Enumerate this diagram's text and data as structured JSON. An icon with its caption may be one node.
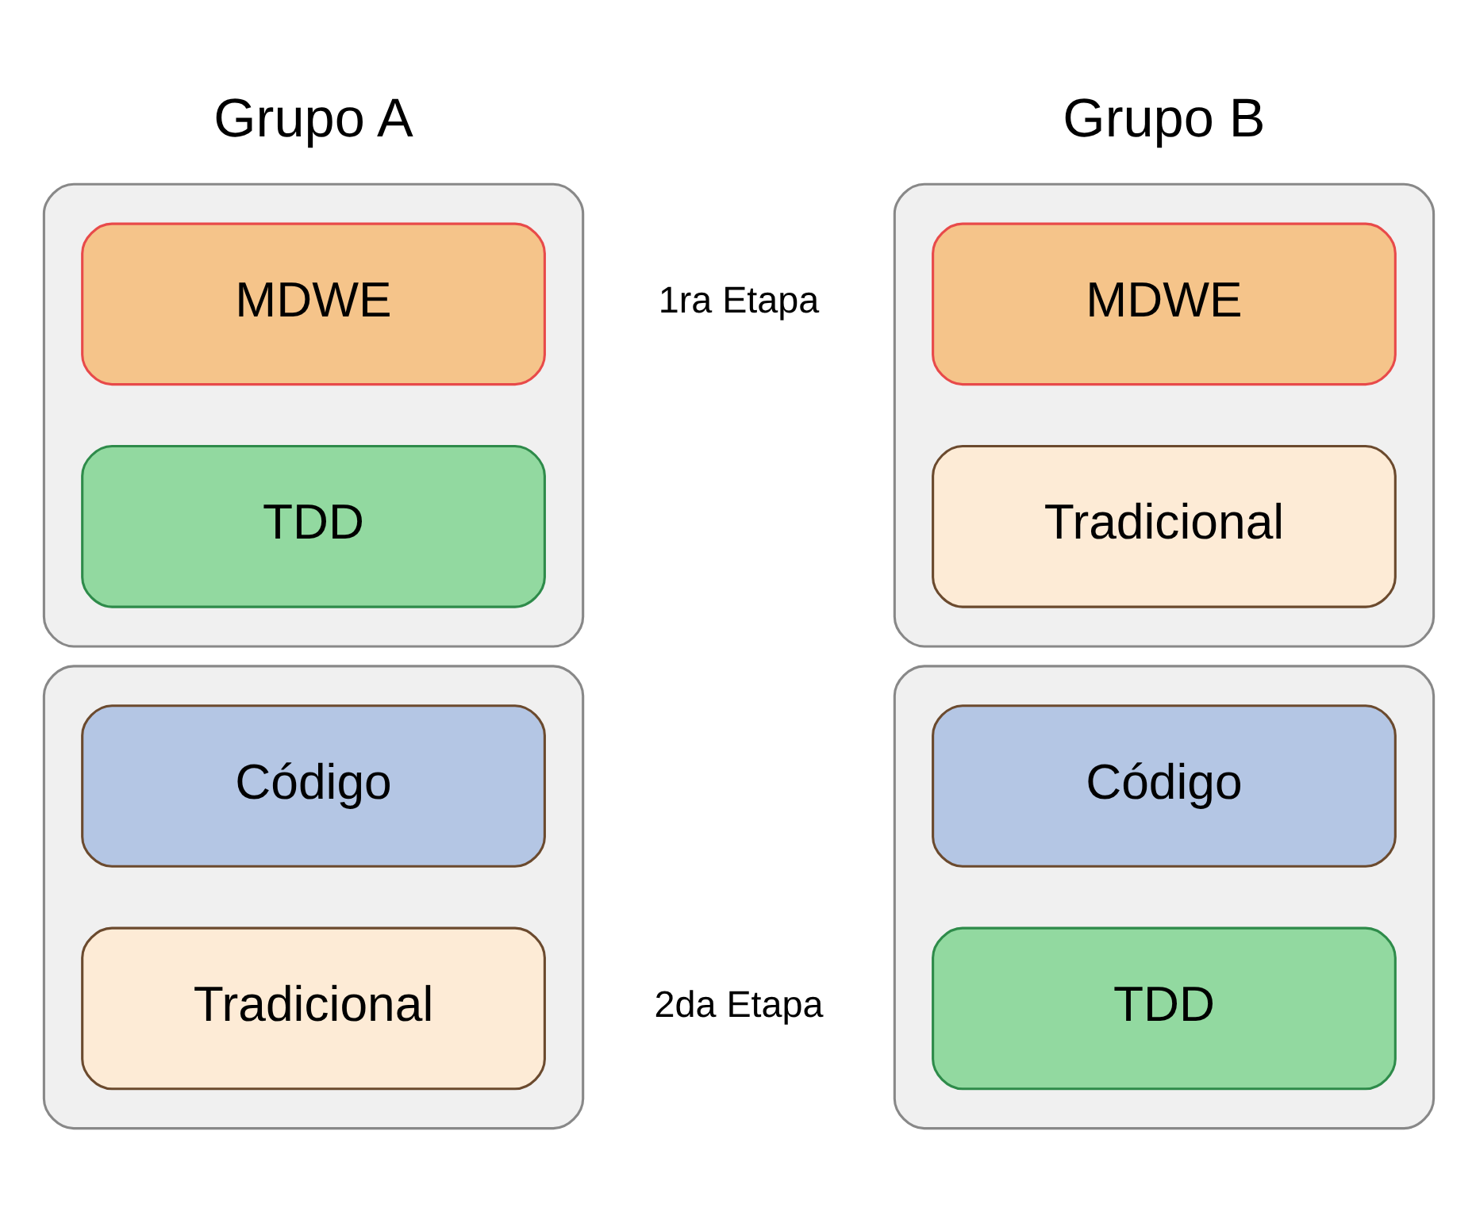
{
  "diagram": {
    "nodes": [
      {
        "text": [],
        "shape": "box"
      },
      {
        "text": [
          "MDWE"
        ],
        "in": 0
      },
      {
        "text": [
          "TDD"
        ],
        "in": 0
      },
      {
        "text": [],
        "shape": "box"
      },
      {
        "text": [
          "MDWE"
        ],
        "in": 3
      },
      {
        "text": [
          "Tradicional"
        ],
        "in": 3
      },
      {
        "text": [],
        "shape": "box"
      },
      {
        "text": [
          "Código"
        ],
        "in": 6
      },
      {
        "text": [
          "Tradicional"
        ],
        "in": 6
      },
      {
        "text": [],
        "shape": "box"
      },
      {
        "text": [
          "Código"
        ],
        "in": 9
      },
      {
        "text": [
          "TDD"
        ],
        "in": 9
      }
    ],
    "labels": [
      "Grupo A",
      "Grupo B",
      "1ra Etapa",
      "2da Etapa"
    ]
  }
}
